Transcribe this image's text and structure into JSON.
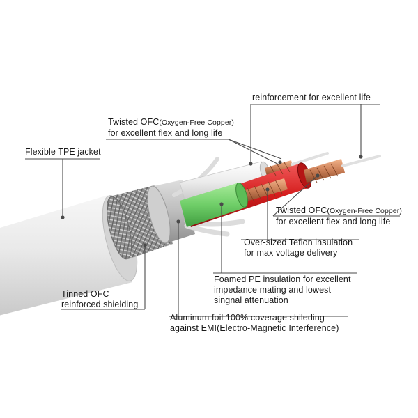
{
  "labels": {
    "reinforcement": "reinforcement for excellent life",
    "twisted_top_line1_a": "Twisted OFC",
    "twisted_top_line1_b": "(Oxygen-Free Copper)",
    "twisted_top_line2": "for excellent flex and long life",
    "jacket": "Flexible TPE jacket",
    "twisted_right_line1_a": "Twisted OFC",
    "twisted_right_line1_b": "(Oxygen-Free Copper)",
    "twisted_right_line2": "for excellent flex and long life",
    "teflon_line1": "Over-sized Teflon insulation",
    "teflon_line2": "for max voltage delivery",
    "foamed_line1": "Foamed PE insulation for excellent",
    "foamed_line2": "impedance mating and lowest",
    "foamed_line3": "singnal attenuation",
    "shield_line1": "Tinned OFC",
    "shield_line2": "reinforced shielding",
    "foil_line1": "Aluminum foil 100% coverage shileding",
    "foil_line2": "against EMI(Electro-Magnetic Interference)"
  },
  "colors": {
    "jacket": "#e6e6e6",
    "braid": "#8a8a8a",
    "foil": "#b8b8b8",
    "green_core": "#7cd67a",
    "red_core": "#d92121",
    "white_core": "#eeeeee",
    "copper": "#c97d55",
    "leader_line": "#444444"
  }
}
